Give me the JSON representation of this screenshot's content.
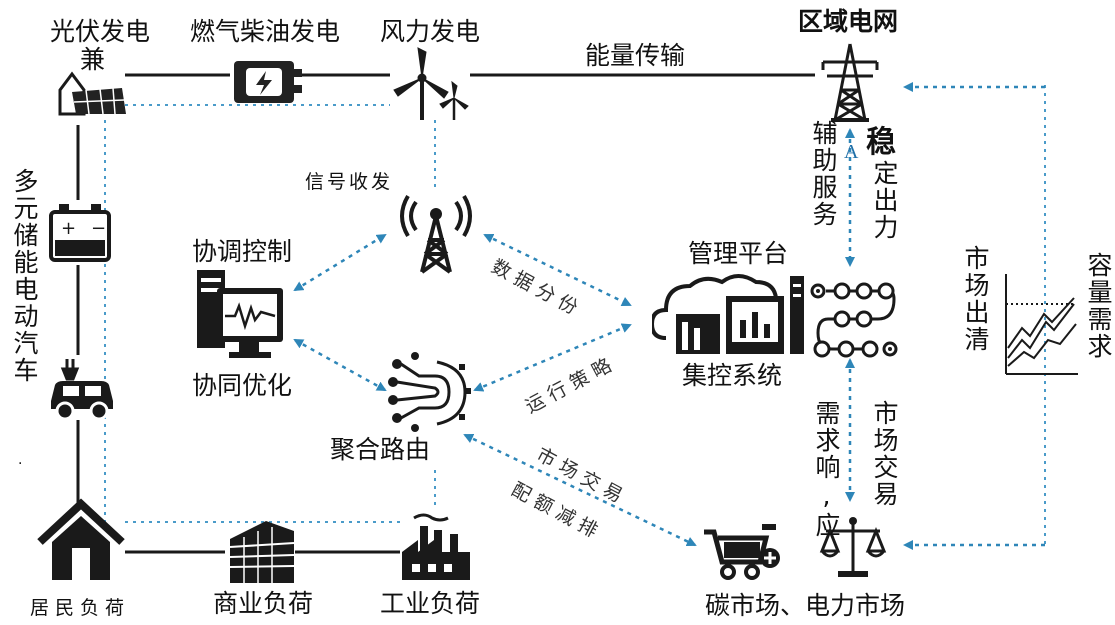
{
  "labels": {
    "pv": "光伏发电",
    "jian": "兼",
    "gas": "燃气柴油发电",
    "wind": "风力发电",
    "grid": "区域电网",
    "transfer": "能量传输",
    "storage": "多元储能电动汽车",
    "storage_mark": "·",
    "signal": "信号收发",
    "aux": "辅助服务",
    "aux_mark": "A",
    "stable_char": "稳",
    "stable_rest": "定出力",
    "coord": "协调控制",
    "optimize": "协同优化",
    "data_share": "数据分份",
    "mgmt": "管理平台",
    "central": "集控系统",
    "run_strategy": "运行策略",
    "aggregate": "聚合路由",
    "market_clear": "市场出清",
    "capacity_demand": "容量需求",
    "market_trade_diag": "市场交易",
    "quota_reduce": "配额减排",
    "demand_resp": "需求响,应",
    "market_trade": "市场交易",
    "resident": "居民负荷",
    "commercial": "商业负荷",
    "industrial": "工业负荷",
    "markets": "碳市场、电力市场"
  },
  "colors": {
    "arrow": "#2e86b8",
    "ink": "#1a1a1a"
  }
}
